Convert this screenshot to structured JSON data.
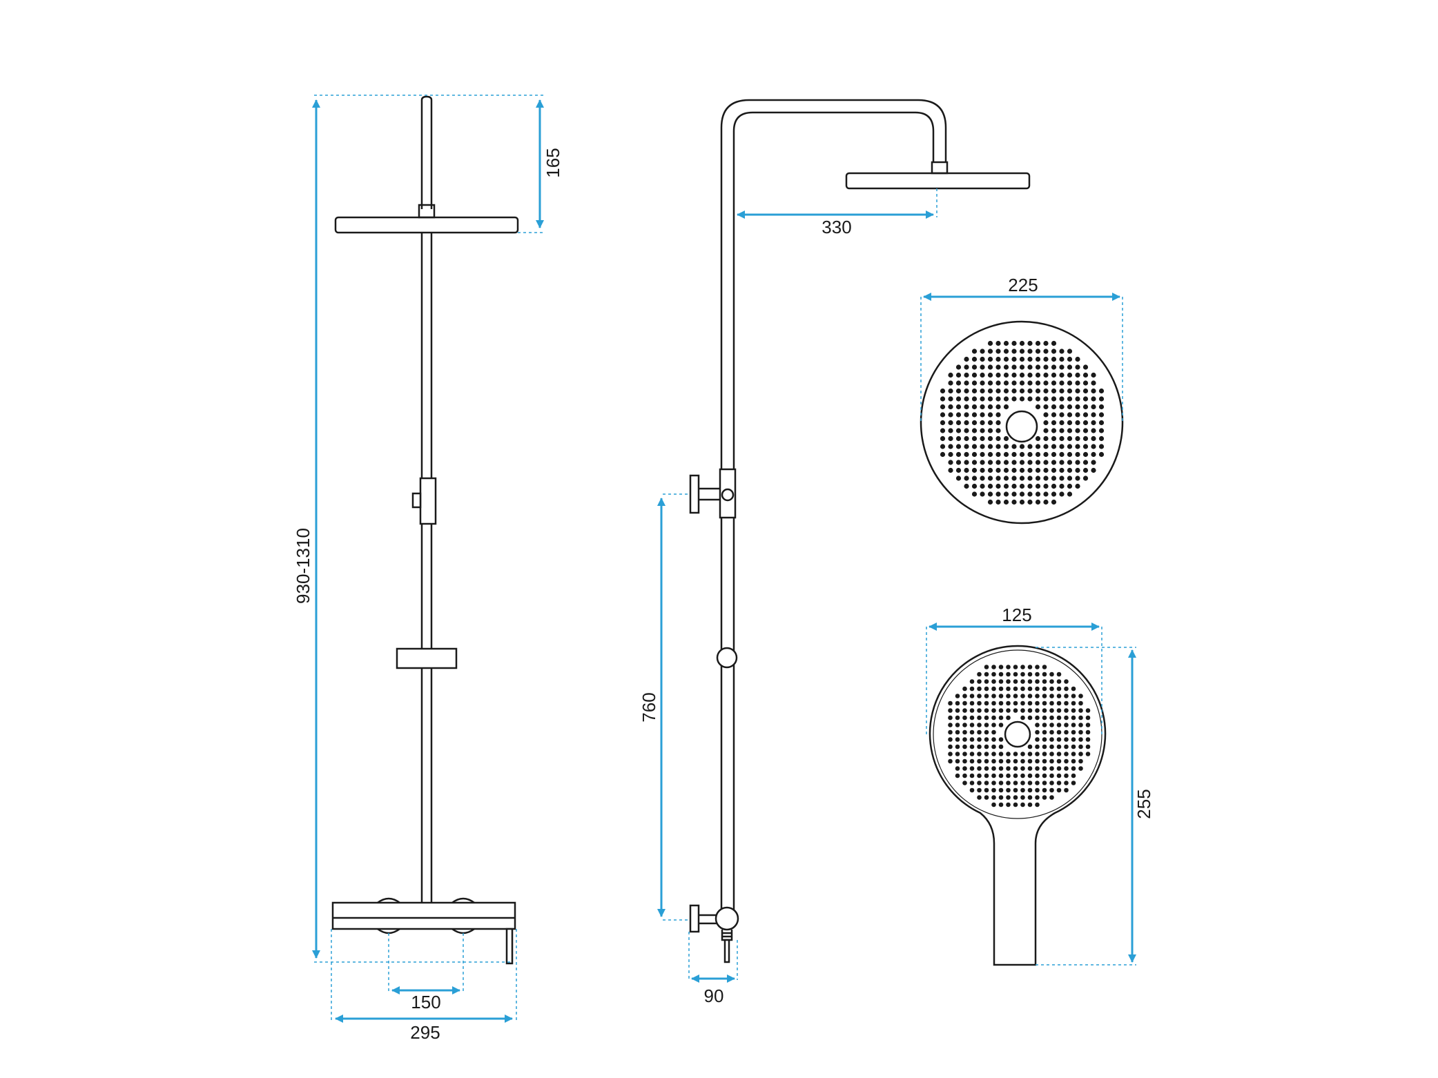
{
  "colors": {
    "line": "#1a1a1a",
    "dimension": "#2a9fd6",
    "background": "#ffffff"
  },
  "dimensions": {
    "total_height": "930-1310",
    "head_drop": "165",
    "arm_reach": "330",
    "head_diameter": "225",
    "hand_width": "125",
    "hand_length": "255",
    "slide_height": "760",
    "inlet_spacing": "150",
    "mixer_width": "295",
    "wall_offset": "90"
  }
}
